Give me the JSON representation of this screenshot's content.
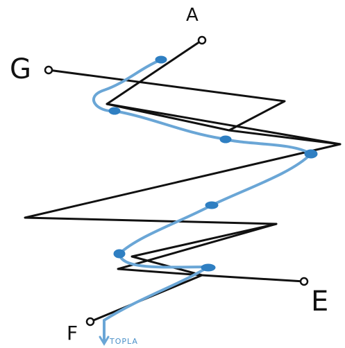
{
  "labels": {
    "a": "A",
    "g": "G",
    "e": "E",
    "f": "F",
    "bottom_note": "TOPLA"
  },
  "colors": {
    "ink": "#111111",
    "trace": "#6aa6d6",
    "dot": "#2f7fc2"
  }
}
